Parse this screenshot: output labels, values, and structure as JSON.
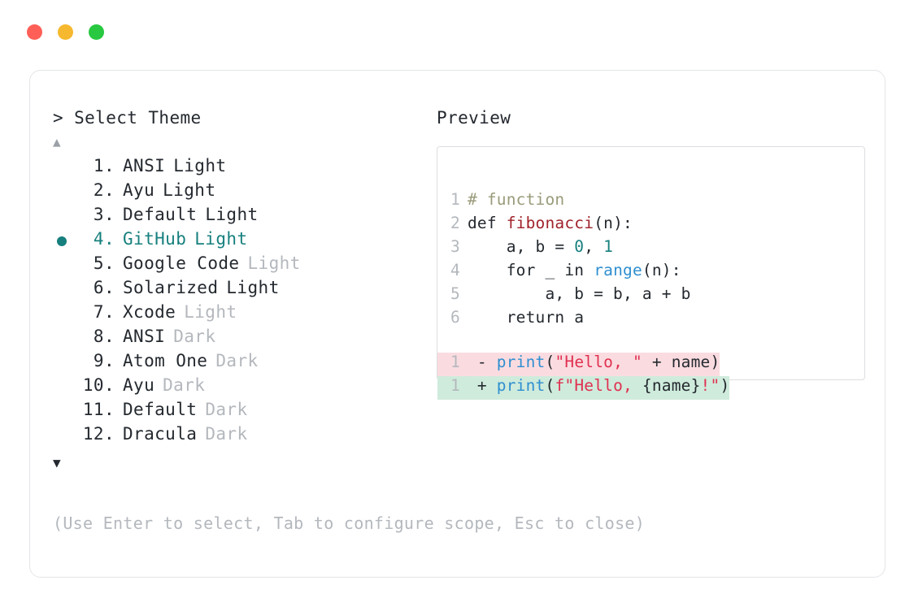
{
  "window": {
    "traffic_lights": [
      {
        "name": "close",
        "color": "#FF5F57"
      },
      {
        "name": "minimize",
        "color": "#F5B82E"
      },
      {
        "name": "maximize",
        "color": "#28C840"
      }
    ]
  },
  "selector": {
    "prompt": "> Select Theme",
    "scroll_up_icon": "▲",
    "scroll_down_icon": "▼",
    "selected_index": 4,
    "items": [
      {
        "index": "1.",
        "name": "ANSI",
        "variant": "Light",
        "variant_muted": false,
        "selected": false
      },
      {
        "index": "2.",
        "name": "Ayu",
        "variant": "Light",
        "variant_muted": false,
        "selected": false
      },
      {
        "index": "3.",
        "name": "Default",
        "variant": "Light",
        "variant_muted": false,
        "selected": false
      },
      {
        "index": "4.",
        "name": "GitHub",
        "variant": "Light",
        "variant_muted": false,
        "selected": true
      },
      {
        "index": "5.",
        "name": "Google Code",
        "variant": "Light",
        "variant_muted": true,
        "selected": false
      },
      {
        "index": "6.",
        "name": "Solarized",
        "variant": "Light",
        "variant_muted": false,
        "selected": false
      },
      {
        "index": "7.",
        "name": "Xcode",
        "variant": "Light",
        "variant_muted": true,
        "selected": false
      },
      {
        "index": "8.",
        "name": "ANSI",
        "variant": "Dark",
        "variant_muted": true,
        "selected": false
      },
      {
        "index": "9.",
        "name": "Atom One",
        "variant": "Dark",
        "variant_muted": true,
        "selected": false
      },
      {
        "index": "10.",
        "name": "Ayu",
        "variant": "Dark",
        "variant_muted": true,
        "selected": false
      },
      {
        "index": "11.",
        "name": "Default",
        "variant": "Dark",
        "variant_muted": true,
        "selected": false
      },
      {
        "index": "12.",
        "name": "Dracula",
        "variant": "Dark",
        "variant_muted": true,
        "selected": false
      }
    ],
    "hint": "(Use Enter to select, Tab to configure scope, Esc to close)"
  },
  "preview": {
    "label": "Preview",
    "code_lines": [
      {
        "number": "1",
        "tokens": [
          {
            "text": "# function",
            "type": "comment"
          }
        ]
      },
      {
        "number": "2",
        "tokens": [
          {
            "text": "def ",
            "type": "keyword"
          },
          {
            "text": "fibonacci",
            "type": "func"
          },
          {
            "text": "(n):",
            "type": "plain"
          }
        ]
      },
      {
        "number": "3",
        "tokens": [
          {
            "text": "    a, b = ",
            "type": "plain"
          },
          {
            "text": "0",
            "type": "number"
          },
          {
            "text": ", ",
            "type": "plain"
          },
          {
            "text": "1",
            "type": "number"
          }
        ]
      },
      {
        "number": "4",
        "tokens": [
          {
            "text": "    for _ in ",
            "type": "plain"
          },
          {
            "text": "range",
            "type": "builtin"
          },
          {
            "text": "(n):",
            "type": "plain"
          }
        ]
      },
      {
        "number": "5",
        "tokens": [
          {
            "text": "        a, b = b, a + b",
            "type": "plain"
          }
        ]
      },
      {
        "number": "6",
        "tokens": [
          {
            "text": "    return a",
            "type": "plain"
          }
        ]
      }
    ],
    "diff_lines": [
      {
        "number": "1",
        "marker": " - ",
        "kind": "delete",
        "background": "#FADCE0",
        "tokens": [
          {
            "text": "print",
            "type": "builtin"
          },
          {
            "text": "(",
            "type": "plain"
          },
          {
            "text": "\"Hello, \"",
            "type": "string"
          },
          {
            "text": " + name)",
            "type": "plain"
          }
        ]
      },
      {
        "number": "1",
        "marker": " + ",
        "kind": "add",
        "background": "#CFEBDC",
        "tokens": [
          {
            "text": "print",
            "type": "builtin"
          },
          {
            "text": "(",
            "type": "plain"
          },
          {
            "text": "f\"Hello, ",
            "type": "string"
          },
          {
            "text": "{name}",
            "type": "plain"
          },
          {
            "text": "!\"",
            "type": "string"
          },
          {
            "text": ")",
            "type": "plain"
          }
        ]
      }
    ]
  }
}
